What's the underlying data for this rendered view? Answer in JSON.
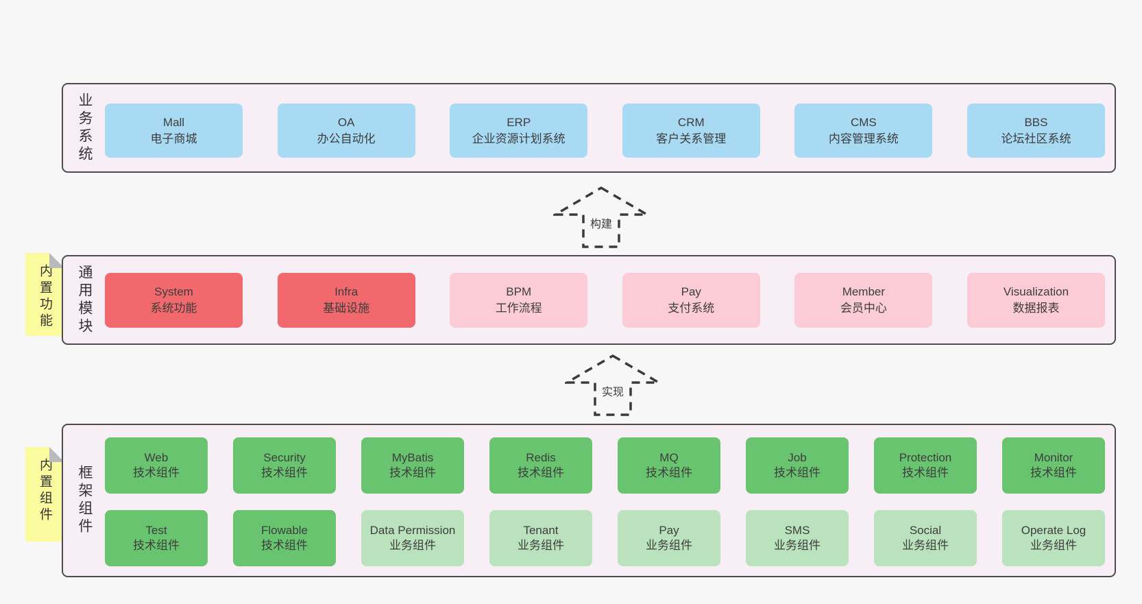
{
  "diagram": {
    "colors": {
      "page_bg": "#f7f7f7",
      "band_bg": "#f8eef6",
      "border": "#4c4c4c",
      "text": "#3d3d3d",
      "blue": "#a8daf4",
      "red": "#f1696c",
      "pink": "#fbccd6",
      "green": "#69c470",
      "light_green": "#bae3bd",
      "sticky": "#fafa9e",
      "fold": "#b9babd"
    },
    "arrows": [
      {
        "label": "构建"
      },
      {
        "label": "实现"
      }
    ],
    "bands": [
      {
        "label": "业务系统",
        "sticky": null,
        "rows": [
          [
            {
              "title": "Mall",
              "subtitle": "电子商城",
              "color": "blue"
            },
            {
              "title": "OA",
              "subtitle": "办公自动化",
              "color": "blue"
            },
            {
              "title": "ERP",
              "subtitle": "企业资源计划系统",
              "color": "blue"
            },
            {
              "title": "CRM",
              "subtitle": "客户关系管理",
              "color": "blue"
            },
            {
              "title": "CMS",
              "subtitle": "内容管理系统",
              "color": "blue"
            },
            {
              "title": "BBS",
              "subtitle": "论坛社区系统",
              "color": "blue"
            }
          ]
        ]
      },
      {
        "label": "通用模块",
        "sticky": "内置功能",
        "rows": [
          [
            {
              "title": "System",
              "subtitle": "系统功能",
              "color": "red"
            },
            {
              "title": "Infra",
              "subtitle": "基础设施",
              "color": "red"
            },
            {
              "title": "BPM",
              "subtitle": "工作流程",
              "color": "pink"
            },
            {
              "title": "Pay",
              "subtitle": "支付系统",
              "color": "pink"
            },
            {
              "title": "Member",
              "subtitle": "会员中心",
              "color": "pink"
            },
            {
              "title": "Visualization",
              "subtitle": "数据报表",
              "color": "pink"
            }
          ]
        ]
      },
      {
        "label": "框架组件",
        "sticky": "内置组件",
        "rows": [
          [
            {
              "title": "Web",
              "subtitle": "技术组件",
              "color": "green"
            },
            {
              "title": "Security",
              "subtitle": "技术组件",
              "color": "green"
            },
            {
              "title": "MyBatis",
              "subtitle": "技术组件",
              "color": "green"
            },
            {
              "title": "Redis",
              "subtitle": "技术组件",
              "color": "green"
            },
            {
              "title": "MQ",
              "subtitle": "技术组件",
              "color": "green"
            },
            {
              "title": "Job",
              "subtitle": "技术组件",
              "color": "green"
            },
            {
              "title": "Protection",
              "subtitle": "技术组件",
              "color": "green"
            },
            {
              "title": "Monitor",
              "subtitle": "技术组件",
              "color": "green"
            }
          ],
          [
            {
              "title": "Test",
              "subtitle": "技术组件",
              "color": "green"
            },
            {
              "title": "Flowable",
              "subtitle": "技术组件",
              "color": "green"
            },
            {
              "title": "Data Permission",
              "subtitle": "业务组件",
              "color": "light_green"
            },
            {
              "title": "Tenant",
              "subtitle": "业务组件",
              "color": "light_green"
            },
            {
              "title": "Pay",
              "subtitle": "业务组件",
              "color": "light_green"
            },
            {
              "title": "SMS",
              "subtitle": "业务组件",
              "color": "light_green"
            },
            {
              "title": "Social",
              "subtitle": "业务组件",
              "color": "light_green"
            },
            {
              "title": "Operate Log",
              "subtitle": "业务组件",
              "color": "light_green"
            }
          ]
        ]
      }
    ]
  }
}
